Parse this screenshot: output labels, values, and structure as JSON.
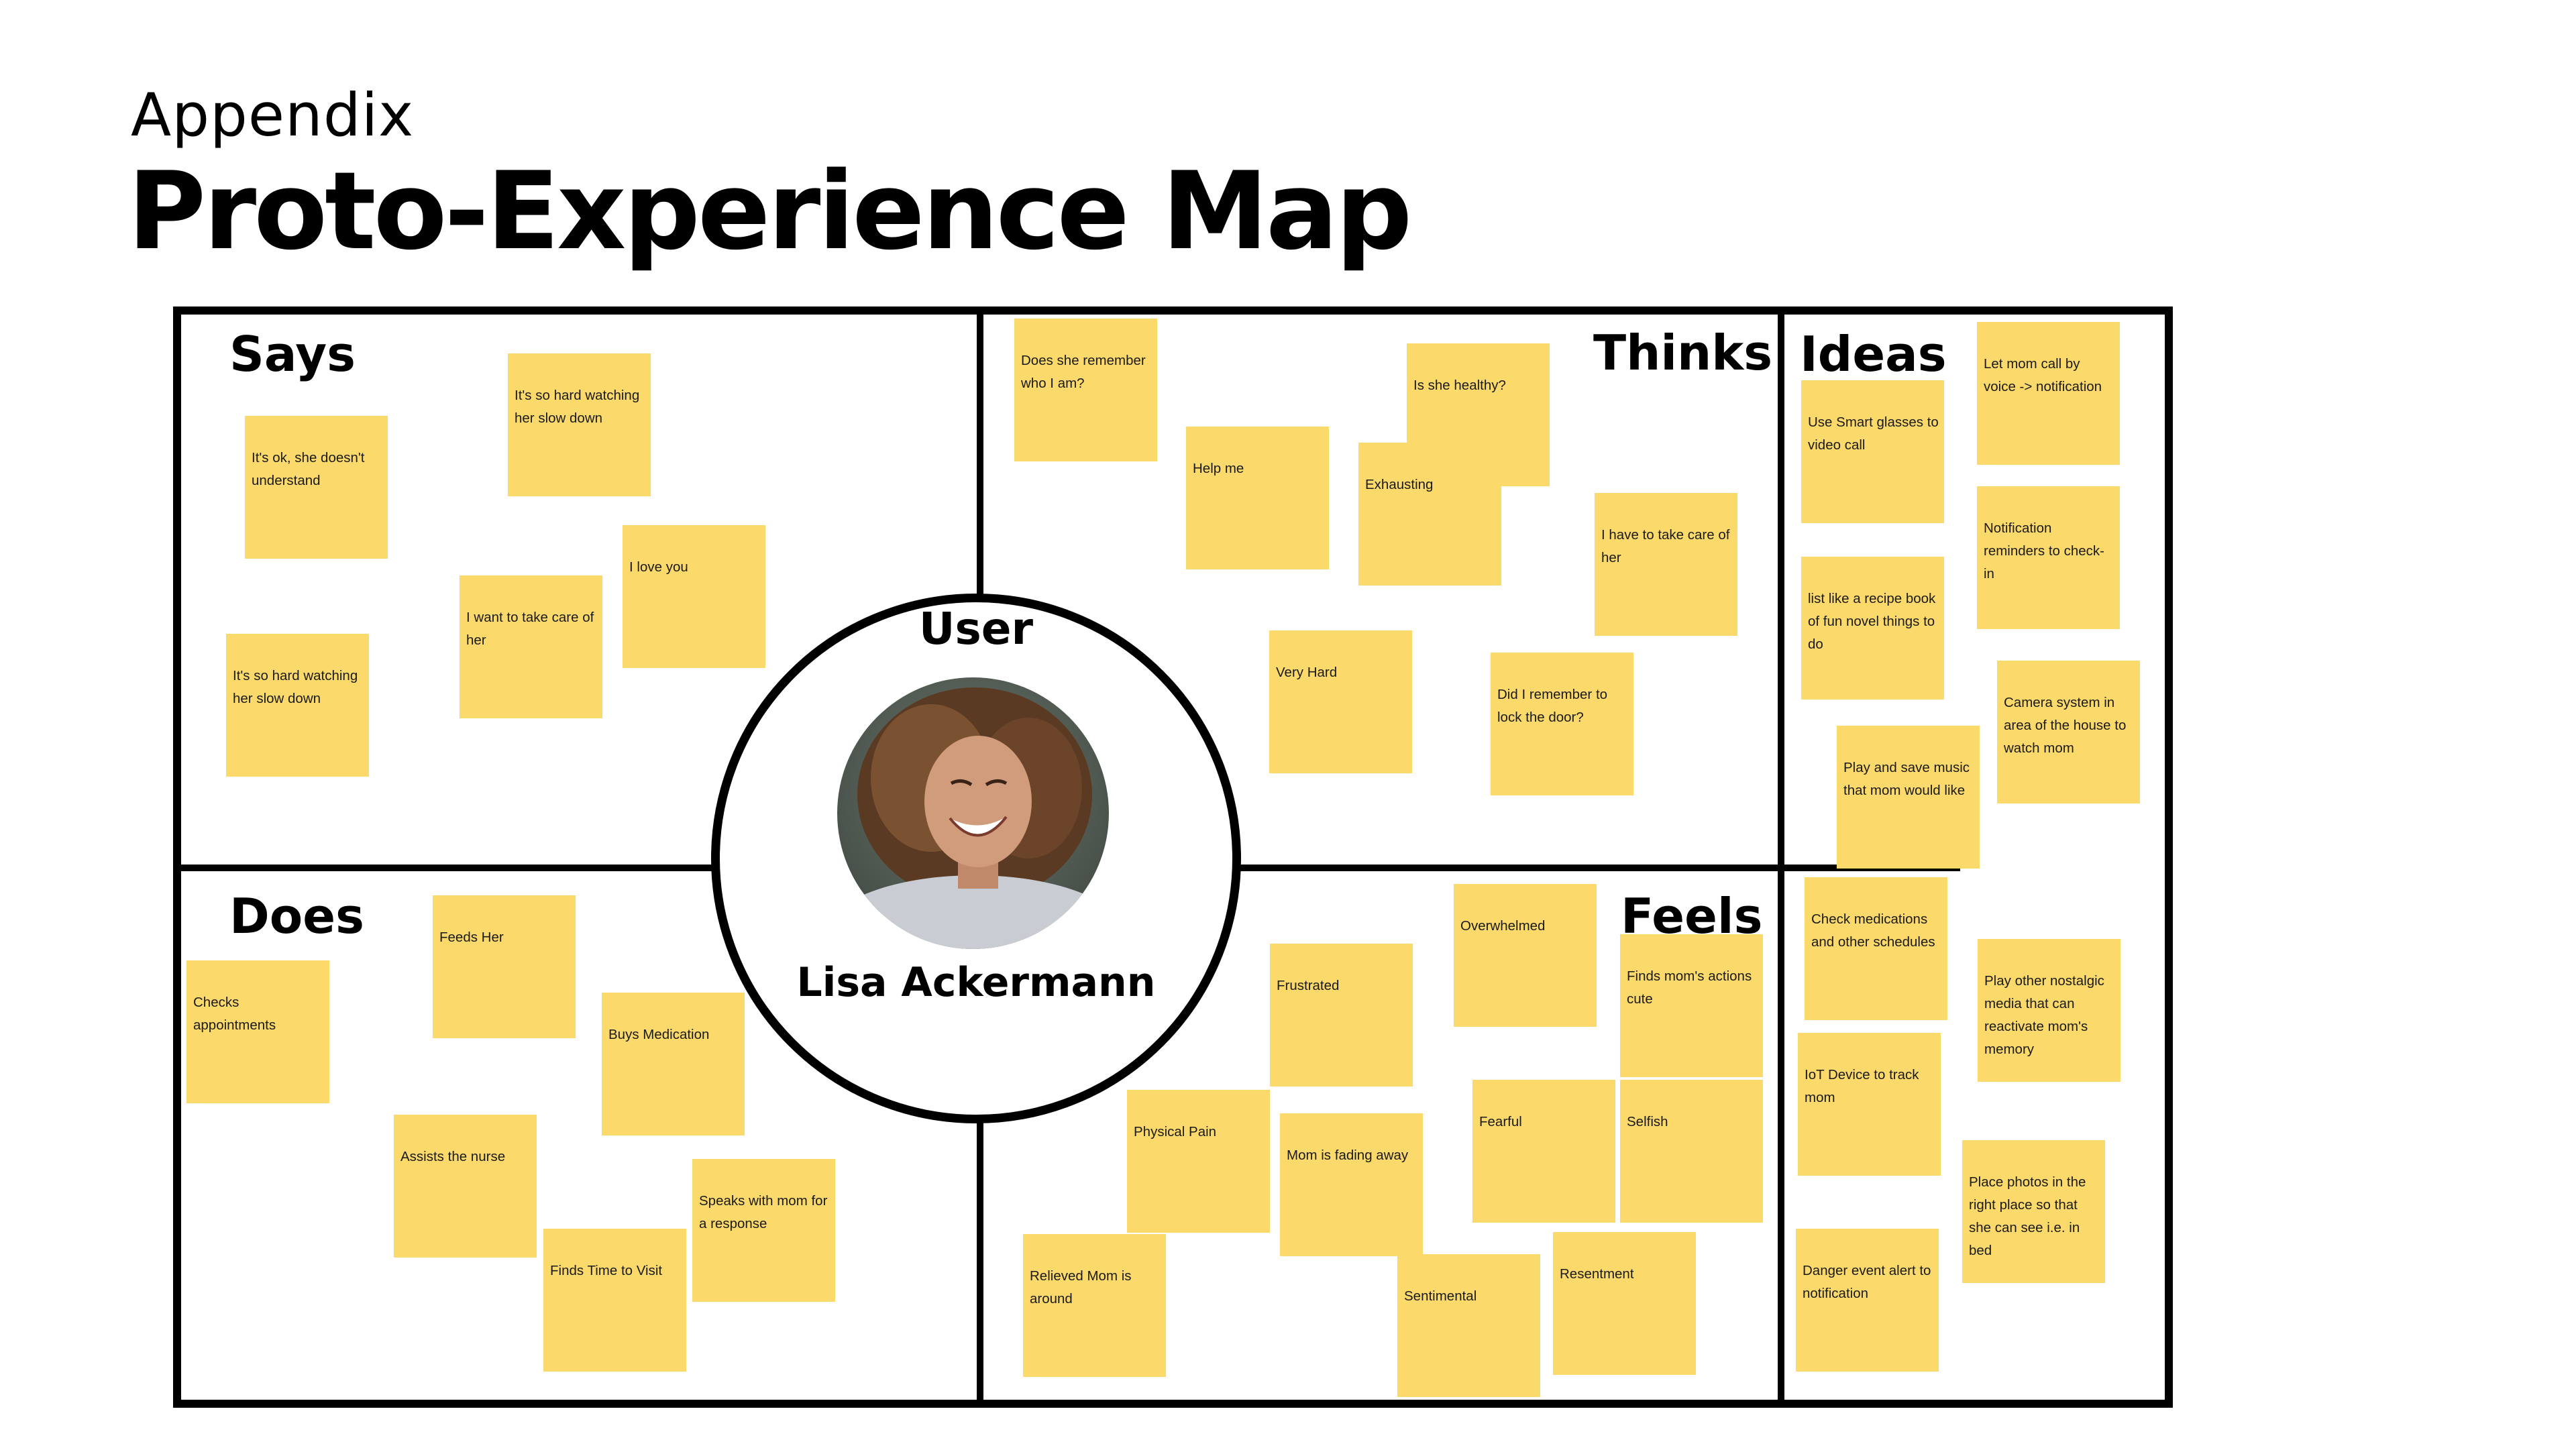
{
  "header": {
    "subtitle": "Appendix",
    "title": "Proto-Experience Map"
  },
  "sections": {
    "says": "Says",
    "thinks": "Thinks",
    "ideas": "Ideas",
    "does": "Does",
    "feels": "Feels"
  },
  "user": {
    "label": "User",
    "name": "Lisa Ackermann"
  },
  "notes": {
    "says": [
      "It's so hard watching her slow down",
      "It's ok, she doesn't understand",
      "I love you",
      "I want to take care of her",
      "It's so hard watching her slow down"
    ],
    "thinks": [
      "Does she remember who I am?",
      "Is she healthy?",
      "Help me",
      "Exhausting",
      "I have to take care of her",
      "Very Hard",
      "Did I remember to lock the door?"
    ],
    "does": [
      "Feeds Her",
      "Checks appointments",
      "Buys Medication",
      "Assists the nurse",
      "Speaks with mom for a response",
      "Finds Time to Visit"
    ],
    "feels": [
      "Overwhelmed",
      "Finds mom's actions cute",
      "Frustrated",
      "Fearful",
      "Selfish",
      "Physical Pain",
      "Mom is fading away",
      "Relieved Mom is around",
      "Sentimental",
      "Resentment"
    ],
    "ideas": [
      "Let mom call by voice -> notification",
      "Use Smart glasses to video call",
      "Notification reminders to check-in",
      "list like a recipe book of fun novel things to do",
      "Camera system in area of the house to watch mom",
      "Play and save music that mom would like",
      "Check medications and other schedules",
      "Play other nostalgic media that can reactivate mom's memory",
      "IoT Device to track mom",
      "Place photos in the right place so that she can see i.e. in bed",
      "Danger event alert to notification"
    ]
  }
}
